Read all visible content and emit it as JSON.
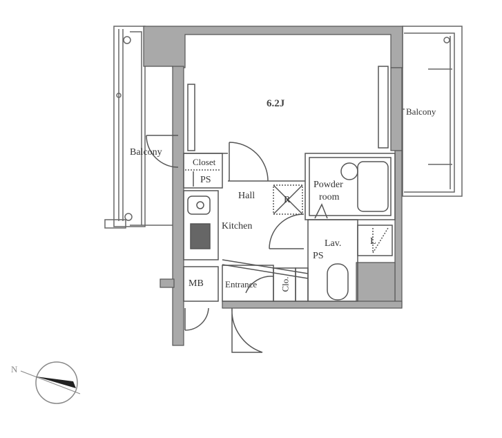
{
  "floorplan": {
    "main_room": {
      "label": "6.2J"
    },
    "rooms": {
      "balcony_left": "Balcony",
      "balcony_right": "Balcony",
      "closet": "Closet",
      "ps_top": "PS",
      "hall": "Hall",
      "refrigerator_mark": "R",
      "powder_room_line1": "Powder",
      "powder_room_line2": "room",
      "kitchen": "Kitchen",
      "lavatory": "Lav.",
      "laundry": "L",
      "ps_lav": "PS",
      "meter_box": "MB",
      "entrance": "Entrance",
      "shoe_closet": "Clo."
    },
    "compass": {
      "north_label": "N"
    },
    "colors": {
      "wall": "#a9a9a9",
      "line": "#555555",
      "background": "#ffffff"
    }
  }
}
